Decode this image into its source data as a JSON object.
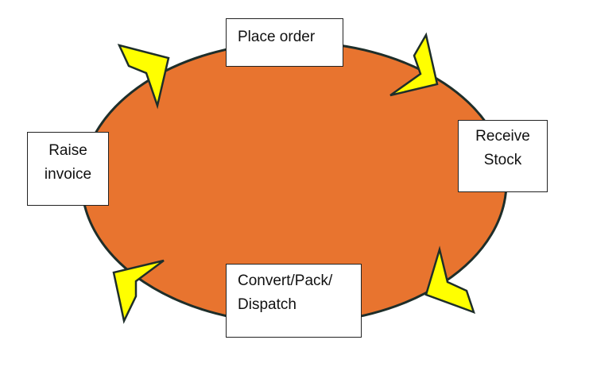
{
  "colors": {
    "cycle_fill": "#e8742f",
    "cycle_stroke": "#1e2e2a",
    "arrow_fill": "#ffff00",
    "arrow_stroke": "#1e2e2a"
  },
  "steps": {
    "place_order": {
      "line1": "Place order"
    },
    "receive_stock": {
      "line1": "Receive",
      "line2": "Stock"
    },
    "convert_pack_dispatch": {
      "line1": "Convert/Pack/",
      "line2": "Dispatch"
    },
    "raise_invoice": {
      "line1": "Raise",
      "line2": "invoice"
    }
  },
  "arrows": [
    "arrow-icon",
    "arrow-icon",
    "arrow-icon",
    "arrow-icon"
  ]
}
